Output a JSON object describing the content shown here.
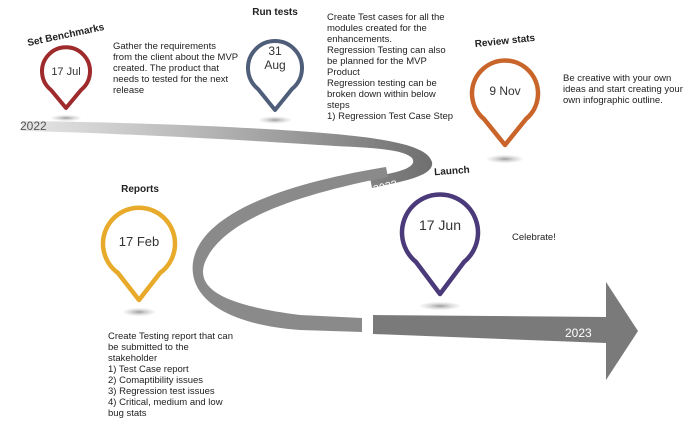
{
  "timeline": {
    "year_start": "2022",
    "year_mid": "2022",
    "year_end": "2023"
  },
  "milestones": [
    {
      "title": "Set Benchmarks",
      "date": "17 Jul",
      "color": "#9e2a2b",
      "description": [
        "Gather the requirements",
        "from the client about the MVP",
        "created. The product that",
        "needs to tested for the next",
        "release"
      ]
    },
    {
      "title": "Run tests",
      "date_line1": "31",
      "date_line2": "Aug",
      "color": "#4f5f7a",
      "description": [
        "Create Test cases for all the",
        "modules created for the",
        "enhancements.",
        "Regression Testing can also",
        "be planned for the MVP",
        "Product",
        "Regression testing can be",
        "broken down within below",
        "steps",
        "1) Regression Test Case Step"
      ]
    },
    {
      "title": "Review  stats",
      "date": "9 Nov",
      "color": "#c9652a",
      "description": [
        "Be creative with your own",
        "ideas and start creating your",
        "own infographic outline."
      ]
    },
    {
      "title": "Launch",
      "date": "17 Jun",
      "color": "#4a3a7a",
      "description": [
        "Celebrate!"
      ]
    },
    {
      "title": "Reports",
      "date": "17 Feb",
      "color": "#e8aa2a",
      "description": [
        "Create Testing report that can",
        "be submitted to the",
        "stakeholder",
        "1) Test Case report",
        "2) Comaptibility issues",
        "3) Regression test issues",
        "4) Critical, medium and low",
        "bug stats"
      ]
    }
  ]
}
